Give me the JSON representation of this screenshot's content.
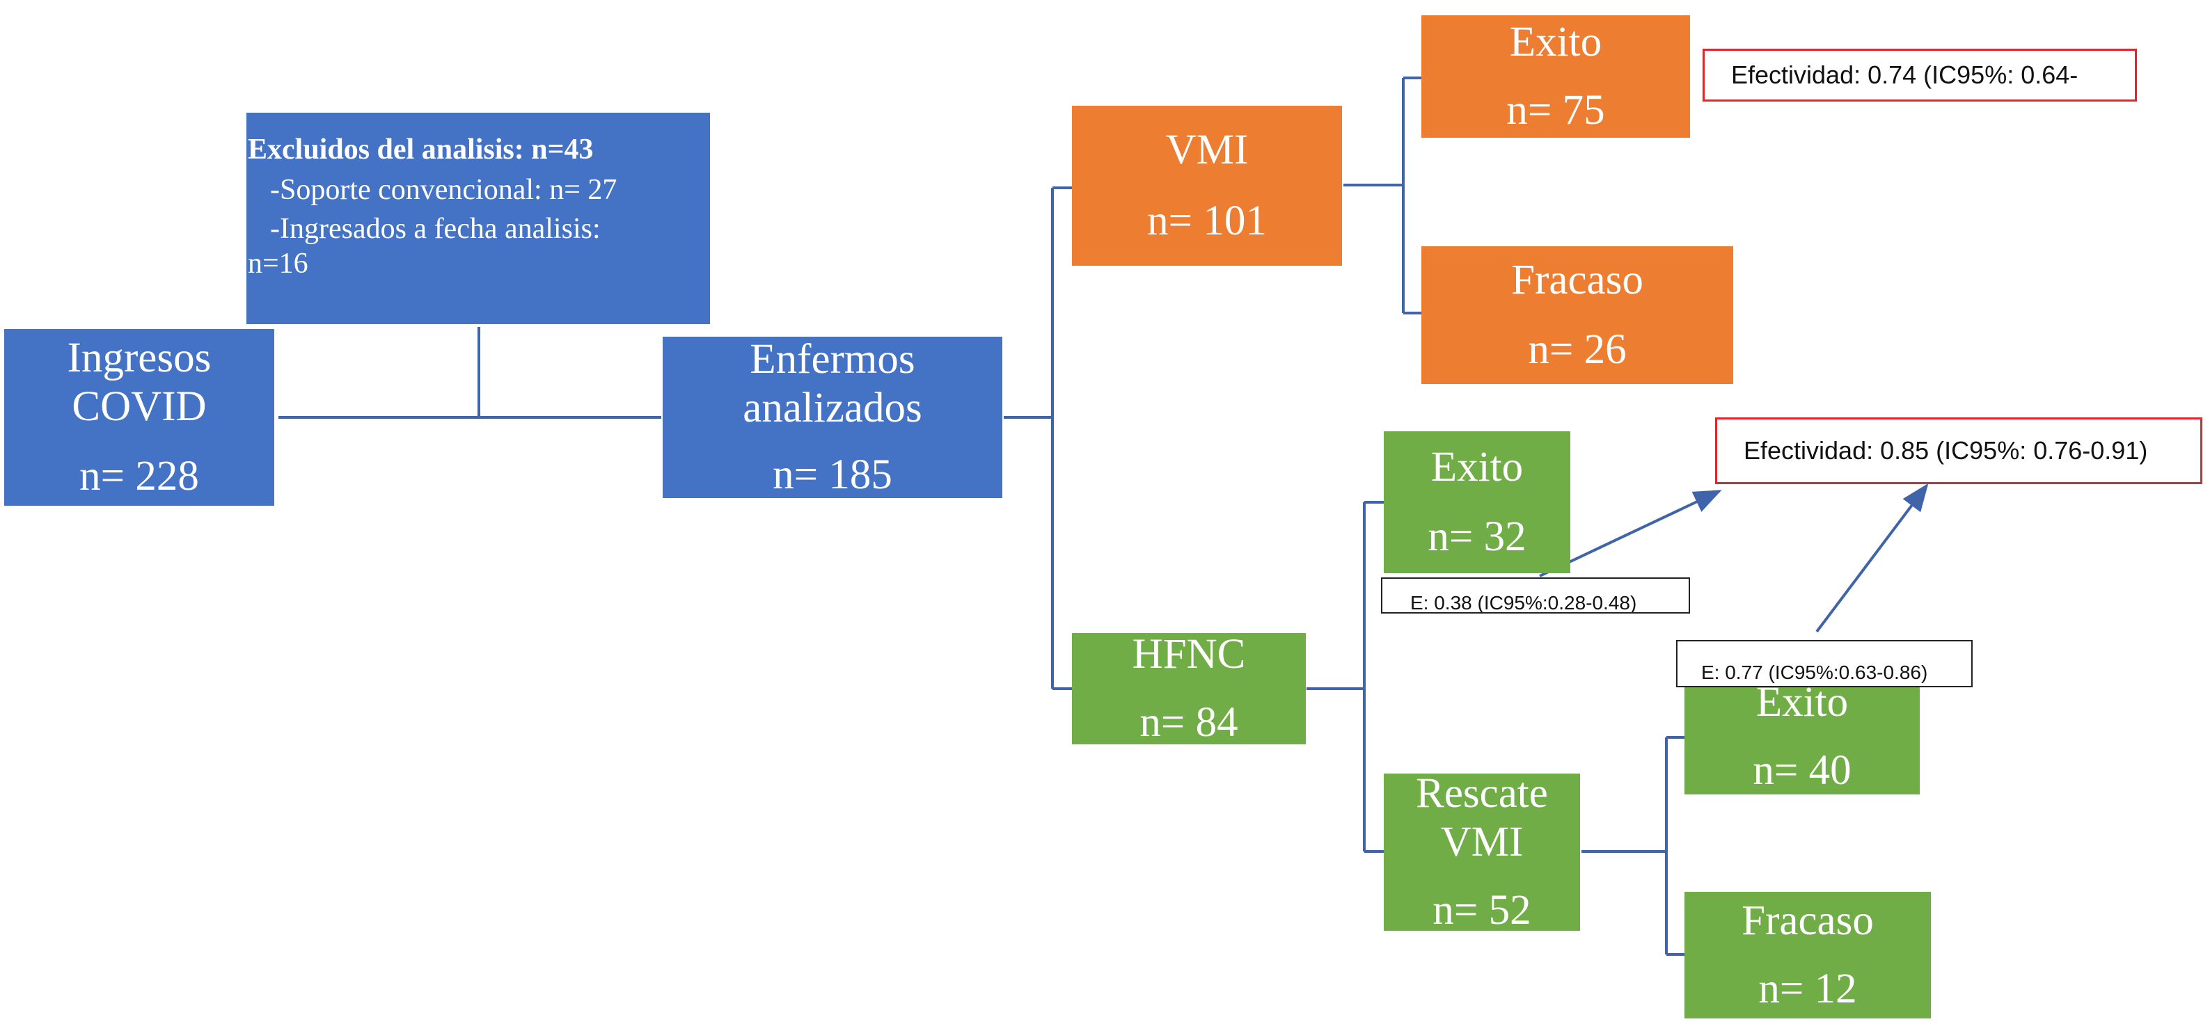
{
  "colors": {
    "blue": "#4472c4",
    "orange": "#ed7d31",
    "green": "#70ad47",
    "connector": "#3f64aa",
    "label_border": "#e0262e"
  },
  "nodes": {
    "ingresos": {
      "line1": "Ingresos",
      "line2": "COVID",
      "count": "n= 228"
    },
    "excluidos": {
      "title": "Excluidos del analisis: n=43",
      "item1": "-Soporte convencional: n= 27",
      "item2": "-Ingresados a fecha analisis:",
      "item2_cont": "n=16"
    },
    "analizados": {
      "line1": "Enfermos",
      "line2": "analizados",
      "count": "n= 185"
    },
    "vmi": {
      "line1": "VMI",
      "count": "n= 101"
    },
    "vmi_exito": {
      "line1": "Exito",
      "count": "n= 75"
    },
    "vmi_fracaso": {
      "line1": "Fracaso",
      "count": "n= 26"
    },
    "hfnc": {
      "line1": "HFNC",
      "count": "n= 84"
    },
    "hfnc_exito": {
      "line1": "Exito",
      "count": "n= 32"
    },
    "rescate": {
      "line1": "Rescate",
      "line2": "VMI",
      "count": "n= 52"
    },
    "rescate_exito": {
      "line1": "Exito",
      "count": "n=  40"
    },
    "rescate_fracaso": {
      "line1": "Fracaso",
      "count": "n= 12"
    }
  },
  "labels": {
    "efectividad_vmi": "Efectividad:  0.74 (IC95%: 0.64-",
    "efectividad_hfnc": "Efectividad: 0.85 (IC95%: 0.76-0.91)",
    "e_hfnc_exito": "E: 0.38 (IC95%:0.28-0.48)",
    "e_rescate": "E: 0.77 (IC95%:0.63-0.86)"
  }
}
